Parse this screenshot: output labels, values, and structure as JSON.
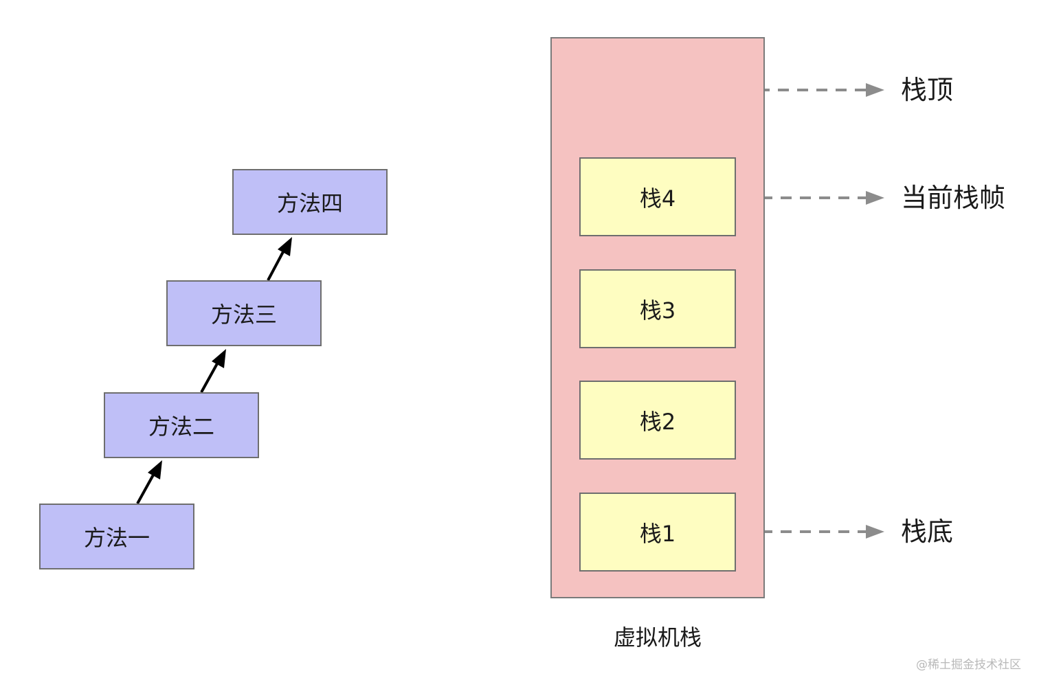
{
  "methods": [
    {
      "label": "方法一"
    },
    {
      "label": "方法二"
    },
    {
      "label": "方法三"
    },
    {
      "label": "方法四"
    }
  ],
  "stack": {
    "caption": "虚拟机栈",
    "frames": [
      {
        "label": "栈4"
      },
      {
        "label": "栈3"
      },
      {
        "label": "栈2"
      },
      {
        "label": "栈1"
      }
    ],
    "pointers": {
      "top": "栈顶",
      "current": "当前栈帧",
      "bottom": "栈底"
    }
  },
  "watermark": "@稀土掘金技术社区",
  "colors": {
    "method_fill": "#bfbff7",
    "stack_fill": "#f5c2c1",
    "frame_fill": "#fefdc1",
    "pointer_arrow": "#8c8c8c",
    "call_arrow": "#000000"
  }
}
